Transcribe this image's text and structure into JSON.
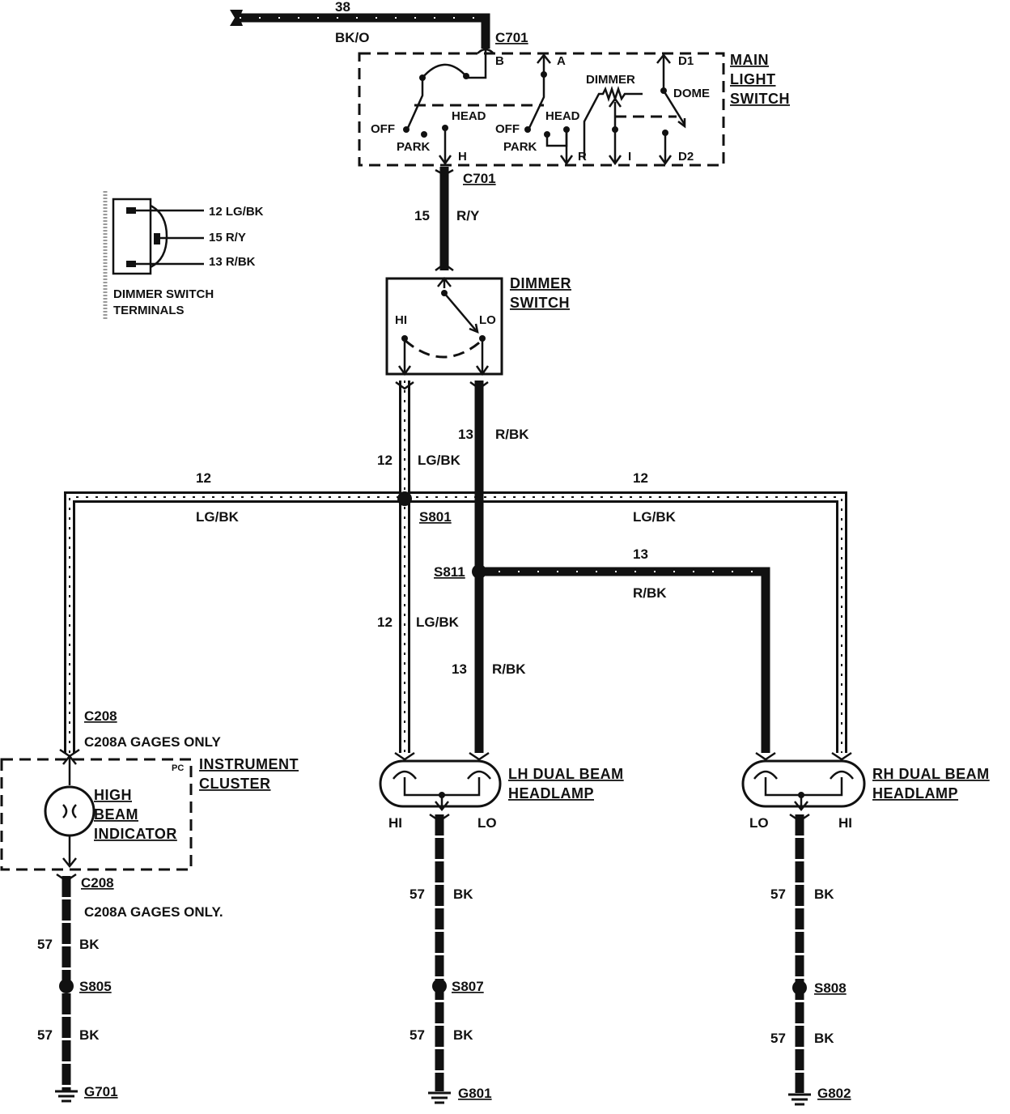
{
  "top_wire": {
    "number": "38",
    "color": "BK/O"
  },
  "main_light_switch": {
    "title_line1": "MAIN",
    "title_line2": "LIGHT",
    "title_line3": "SWITCH",
    "connector_top": "C701",
    "connector_bottom": "C701",
    "terminal_b": "B",
    "terminal_a": "A",
    "terminal_d1": "D1",
    "terminal_d2": "D2",
    "terminal_h": "H",
    "terminal_r": "R",
    "terminal_i": "I",
    "left_off": "OFF",
    "left_park": "PARK",
    "left_head": "HEAD",
    "right_off": "OFF",
    "right_park": "PARK",
    "right_head": "HEAD",
    "dimmer": "DIMMER",
    "dome": "DOME"
  },
  "wire_15": {
    "number": "15",
    "color": "R/Y"
  },
  "dimmer_terminals": {
    "t1": "12 LG/BK",
    "t2": "15 R/Y",
    "t3": "13 R/BK",
    "caption_line1": "DIMMER SWITCH",
    "caption_line2": "TERMINALS"
  },
  "dimmer_switch": {
    "title_line1": "DIMMER",
    "title_line2": "SWITCH",
    "hi": "HI",
    "lo": "LO"
  },
  "wire_12": {
    "number": "12",
    "color": "LG/BK"
  },
  "wire_13": {
    "number": "13",
    "color": "R/BK"
  },
  "splices": {
    "s801": "S801",
    "s811": "S811",
    "s805": "S805",
    "s807": "S807",
    "s808": "S808"
  },
  "instrument_cluster": {
    "connector_top": "C208",
    "connector_top_note": "C208A GAGES ONLY",
    "connector_bottom": "C208",
    "connector_bottom_note": "C208A GAGES ONLY.",
    "pc": "PC",
    "title_line1": "INSTRUMENT",
    "title_line2": "CLUSTER",
    "indicator_line1": "HIGH",
    "indicator_line2": "BEAM",
    "indicator_line3": "INDICATOR"
  },
  "lh_headlamp": {
    "title_line1": "LH DUAL BEAM",
    "title_line2": "HEADLAMP",
    "hi": "HI",
    "lo": "LO"
  },
  "rh_headlamp": {
    "title_line1": "RH DUAL BEAM",
    "title_line2": "HEADLAMP",
    "hi": "HI",
    "lo": "LO"
  },
  "wire_57": {
    "number": "57",
    "color": "BK"
  },
  "grounds": {
    "g701": "G701",
    "g801": "G801",
    "g802": "G802"
  }
}
